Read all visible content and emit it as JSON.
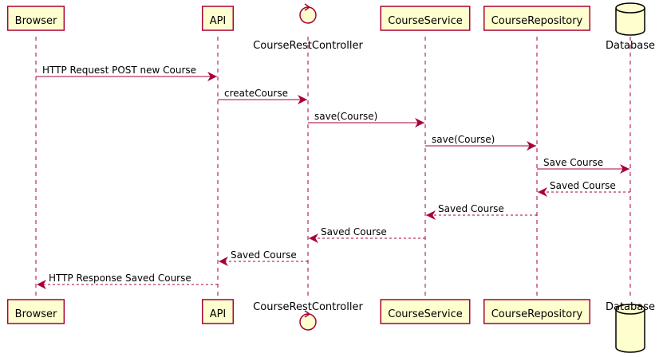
{
  "diagram": {
    "participants": [
      {
        "id": "browser",
        "label": "Browser",
        "kind": "box"
      },
      {
        "id": "api",
        "label": "API",
        "kind": "box"
      },
      {
        "id": "controller",
        "label": "CourseRestController",
        "kind": "control"
      },
      {
        "id": "service",
        "label": "CourseService",
        "kind": "box"
      },
      {
        "id": "repository",
        "label": "CourseRepository",
        "kind": "box"
      },
      {
        "id": "database",
        "label": "Database",
        "kind": "database"
      }
    ],
    "messages": [
      {
        "from": "browser",
        "to": "api",
        "label": "HTTP Request POST new Course",
        "style": "solid"
      },
      {
        "from": "api",
        "to": "controller",
        "label": "createCourse",
        "style": "solid"
      },
      {
        "from": "controller",
        "to": "service",
        "label": "save(Course)",
        "style": "solid"
      },
      {
        "from": "service",
        "to": "repository",
        "label": "save(Course)",
        "style": "solid"
      },
      {
        "from": "repository",
        "to": "database",
        "label": "Save Course",
        "style": "solid"
      },
      {
        "from": "database",
        "to": "repository",
        "label": "Saved Course",
        "style": "dashed"
      },
      {
        "from": "repository",
        "to": "service",
        "label": "Saved Course",
        "style": "dashed"
      },
      {
        "from": "service",
        "to": "controller",
        "label": "Saved Course",
        "style": "dashed"
      },
      {
        "from": "controller",
        "to": "api",
        "label": "Saved Course",
        "style": "dashed"
      },
      {
        "from": "api",
        "to": "browser",
        "label": "HTTP Response Saved Course",
        "style": "dashed"
      }
    ],
    "colors": {
      "box_fill": "#FEFECE",
      "box_stroke": "#A80036",
      "arrow": "#A80036",
      "lifeline": "#A80036",
      "text": "#000000"
    }
  }
}
